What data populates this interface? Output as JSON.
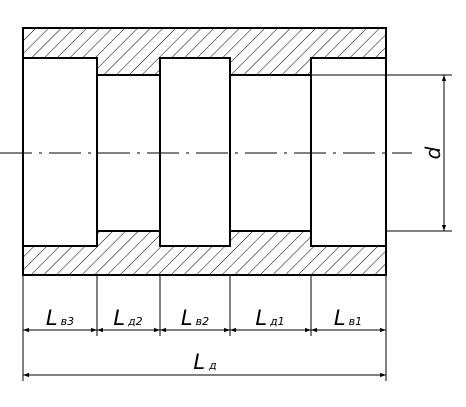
{
  "diagram": {
    "segments": [
      {
        "letter": "L",
        "sub": "в3"
      },
      {
        "letter": "L",
        "sub": "д2"
      },
      {
        "letter": "L",
        "sub": "в2"
      },
      {
        "letter": "L",
        "sub": "д1"
      },
      {
        "letter": "L",
        "sub": "в1"
      }
    ],
    "total": {
      "letter": "L",
      "sub": "д"
    },
    "diameter": "d"
  }
}
